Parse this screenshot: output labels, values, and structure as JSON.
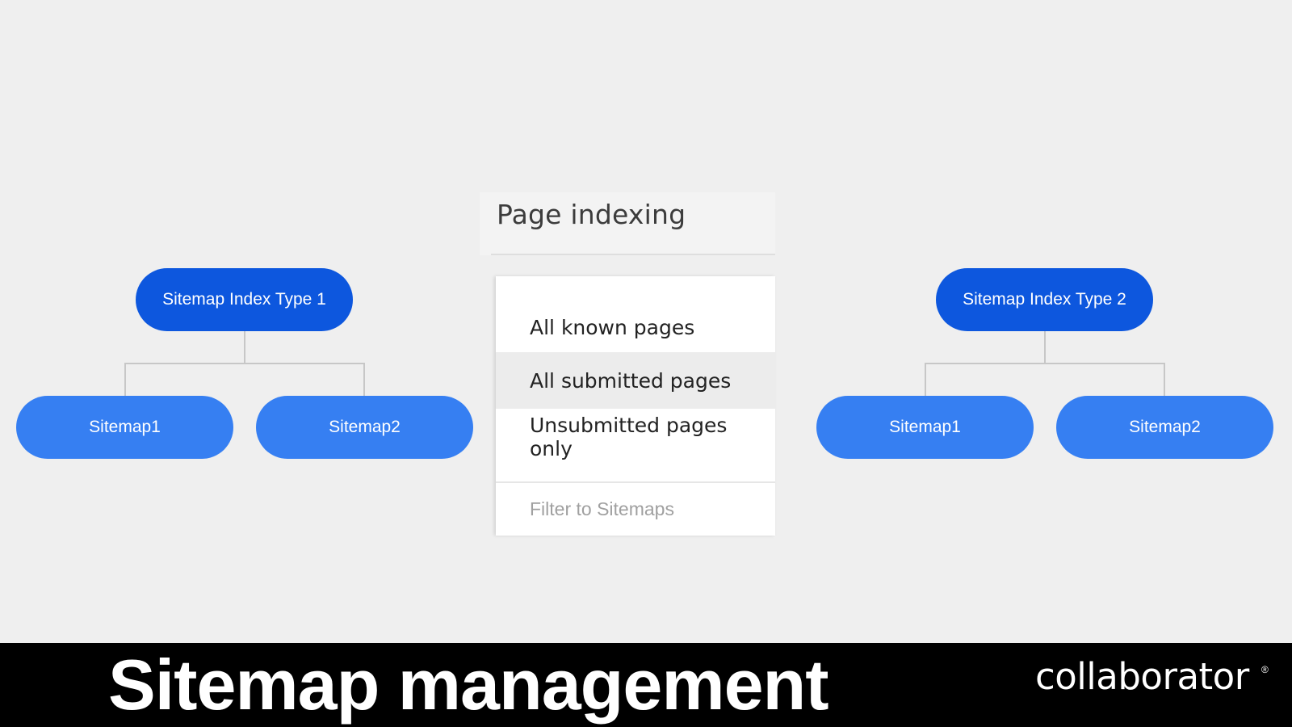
{
  "diagram_left": {
    "root_label": "Sitemap Index Type 1",
    "children": [
      "Sitemap1",
      "Sitemap2"
    ]
  },
  "diagram_right": {
    "root_label": "Sitemap Index Type 2",
    "children": [
      "Sitemap1",
      "Sitemap2"
    ]
  },
  "panel": {
    "title": "Page indexing",
    "menu_items": [
      "All known pages",
      "All submitted pages",
      "Unsubmitted pages only"
    ],
    "selected_index": 1,
    "filter_label": "Filter to Sitemaps"
  },
  "caption": {
    "title": "Sitemap management",
    "brand": "collaborator",
    "brand_mark": "®"
  },
  "colors": {
    "root_pill": "#0d57de",
    "child_pill": "#367ff2",
    "connector": "#c7c7c7",
    "background": "#efefef",
    "caption_bar": "#000000"
  }
}
